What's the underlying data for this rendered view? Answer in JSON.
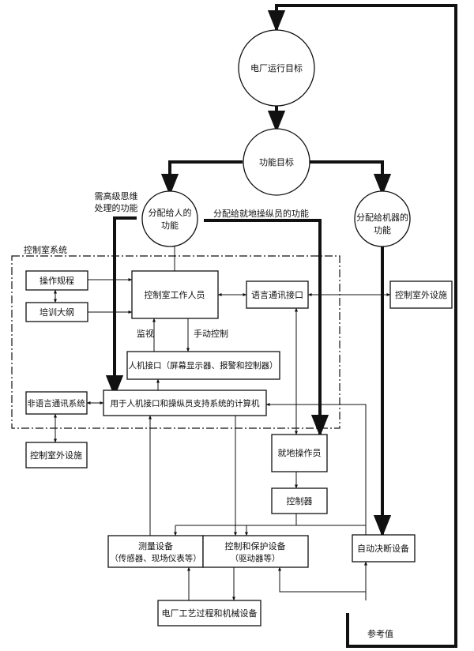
{
  "circles": {
    "plant_goal": "电厂运行目标",
    "function_goal": "功能目标",
    "allocate_human_1": "分配给人的",
    "allocate_human_2": "功能",
    "allocate_machine_1": "分配给机器的",
    "allocate_machine_2": "功能"
  },
  "labels": {
    "higher_thinking_1": "需高级思维",
    "higher_thinking_2": "处理的功能",
    "local_operator_function": "分配给就地操纵员的功能",
    "control_room_system": "控制室系统",
    "monitor": "监视",
    "manual_control": "手动控制",
    "reference_value": "参考值"
  },
  "boxes": {
    "operating_procedures": "操作规程",
    "training_outline": "培训大纲",
    "control_room_staff": "控制室工作人员",
    "voice_comm_interface": "语言通讯接口",
    "outside_facility_right": "控制室外设施",
    "hmi": "人机接口（屏幕显示器、报警和控制器）",
    "nonverbal_comm": "非语言通讯系统",
    "computer": "用于人机接口和操纵员支持系统的计算机",
    "outside_facility_bottom": "控制室外设施",
    "local_operator": "就地操作员",
    "controller": "控制器",
    "measurement_1": "测量设备",
    "measurement_2": "（传感器、现场仪表等）",
    "control_protection_1": "控制和保护设备",
    "control_protection_2": "（驱动器等）",
    "auto_trip": "自动决断设备",
    "plant_process": "电厂工艺过程和机械设备"
  }
}
